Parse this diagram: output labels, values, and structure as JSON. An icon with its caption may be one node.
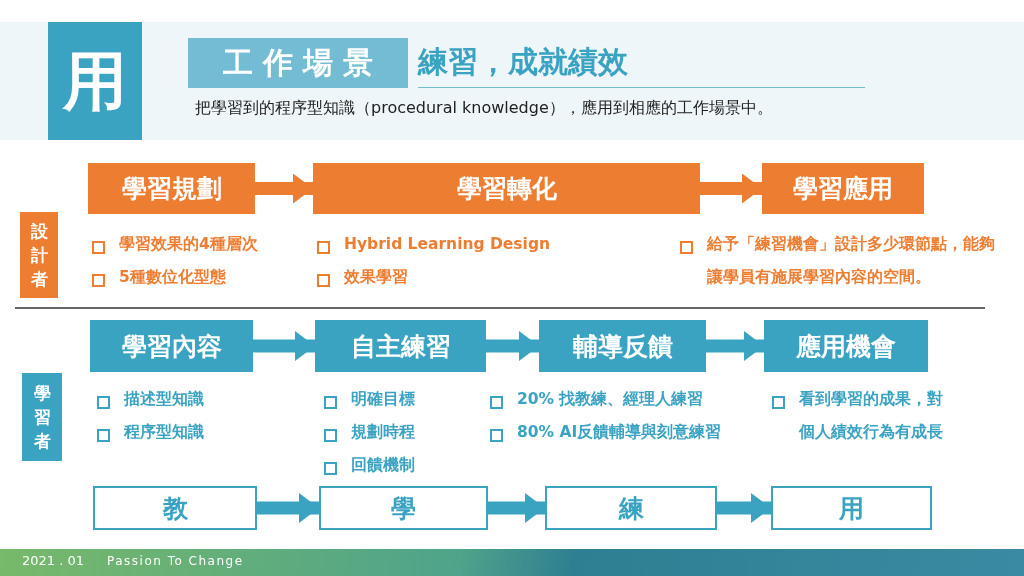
{
  "diagram": {
    "title": "練習，成就績效",
    "nodes": [
      {
        "text": [
          "用"
        ]
      },
      {
        "text": [
          "工作場景"
        ]
      },
      {
        "text": [
          "設計者"
        ]
      },
      {
        "text": [
          "學習規劃"
        ],
        "beside": [
          "學習效果的4種層次",
          "5種數位化型態"
        ]
      },
      {
        "text": [
          "學習轉化"
        ],
        "beside": [
          "Hybrid Learning Design",
          "效果學習"
        ]
      },
      {
        "text": [
          "學習應用"
        ],
        "beside": [
          "給予「練習機會」設計多少環節點，能夠讓學員有施展學習內容的空間。"
        ]
      },
      {
        "text": [
          "學習者"
        ]
      },
      {
        "text": [
          "學習內容"
        ],
        "beside": [
          "描述型知識",
          "程序型知識"
        ]
      },
      {
        "text": [
          "自主練習"
        ],
        "beside": [
          "明確目標",
          "規劃時程",
          "回饋機制"
        ]
      },
      {
        "text": [
          "輔導反饋"
        ],
        "beside": [
          "20% 找教練、經理人練習",
          "80% AI反饋輔導與刻意練習"
        ]
      },
      {
        "text": [
          "應用機會"
        ],
        "beside": [
          "看到學習的成果，對個人績效行為有成長"
        ]
      },
      {
        "text": [
          "教"
        ]
      },
      {
        "text": [
          "學"
        ]
      },
      {
        "text": [
          "練"
        ]
      },
      {
        "text": [
          "用"
        ]
      }
    ],
    "edges": [
      {
        "from": 3,
        "to": 4,
        "arrow": "to",
        "color": "#ed7d31"
      },
      {
        "from": 4,
        "to": 5,
        "arrow": "to",
        "color": "#ed7d31"
      },
      {
        "from": 7,
        "to": 8,
        "arrow": "to"
      },
      {
        "from": 8,
        "to": 9,
        "arrow": "to"
      },
      {
        "from": 9,
        "to": 10,
        "arrow": "to"
      },
      {
        "from": 11,
        "to": 12,
        "arrow": "to"
      },
      {
        "from": 12,
        "to": 13,
        "arrow": "to"
      },
      {
        "from": 13,
        "to": 14,
        "arrow": "to"
      }
    ],
    "labels": [
      "把學習到的程序型知識（procedural knowledge），應用到相應的工作場景中。",
      "2021 . 01",
      "Passion To Change"
    ]
  }
}
